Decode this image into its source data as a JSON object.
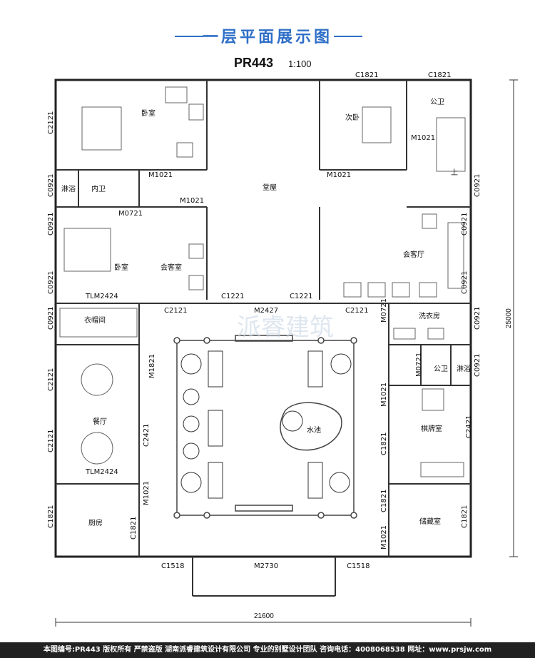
{
  "header": {
    "title": "一层平面展示图",
    "plan_code": "PR443",
    "scale": "1:100"
  },
  "rooms": {
    "bedroom_top": "卧室",
    "bedroom_second": "次卧",
    "bathroom_top": "公卫",
    "main_hall": "堂屋",
    "shower_left": "淋浴",
    "inner_bath": "内卫",
    "bedroom_left": "卧室",
    "guest_room_left": "会客室",
    "guest_hall": "会客厅",
    "wardrobe": "衣帽间",
    "laundry": "洗衣房",
    "bathroom_right": "公卫",
    "shower_right": "淋浴",
    "dining": "餐厅",
    "pond": "水池",
    "chess_room": "棋牌室",
    "kitchen": "厨房",
    "storage": "储藏室",
    "stair_up": "上"
  },
  "openings": {
    "c1821_a": "C1821",
    "c1821_b": "C1821",
    "c2121_left_top": "C2121",
    "m1021_bedroom": "M1021",
    "m1021_second": "M1021",
    "m1021_bath": "M1021",
    "c0921_l1": "C0921",
    "c0921_r1": "C0921",
    "m1021_guest": "M1021",
    "m0721_inner": "M0721",
    "c0921_l2": "C0921",
    "c0921_r2": "C0921",
    "c0921_l3": "C0921",
    "c0921_r3": "C0921",
    "tlm2424_a": "TLM2424",
    "c1221_a": "C1221",
    "c1221_b": "C1221",
    "c2121_mid_l": "C2121",
    "m2427": "M2427",
    "c2121_mid_r": "C2121",
    "m0721_laundry": "M0721",
    "c0921_l4": "C0921",
    "c0921_r4": "C0921",
    "m1821": "M1821",
    "c2121_left_mid": "C2121",
    "m0721_bath": "M0721",
    "c0921_r5": "C0921",
    "m1021_chess": "M1021",
    "c2121_left_low": "C2121",
    "c2421_mid": "C2421",
    "c1821_chess": "C1821",
    "c2421_right": "C2421",
    "tlm2424_b": "TLM2424",
    "m1021_kitchen": "M1021",
    "c1821_storage_l": "C1821",
    "c1821_left": "C1821",
    "c1821_kitchen": "C1821",
    "m1021_storage": "M1021",
    "c1821_right": "C1821",
    "c1518_a": "C1518",
    "m2730": "M2730",
    "c1518_b": "C1518"
  },
  "dimensions": {
    "width": "21600",
    "height": "25000"
  },
  "watermark": "派睿建筑",
  "footer": "本图编号:PR443 版权所有 严禁盗版 湖南派睿建筑设计有限公司 专业的别墅设计团队 咨询电话：4008068538 网址：www.prsjw.com"
}
